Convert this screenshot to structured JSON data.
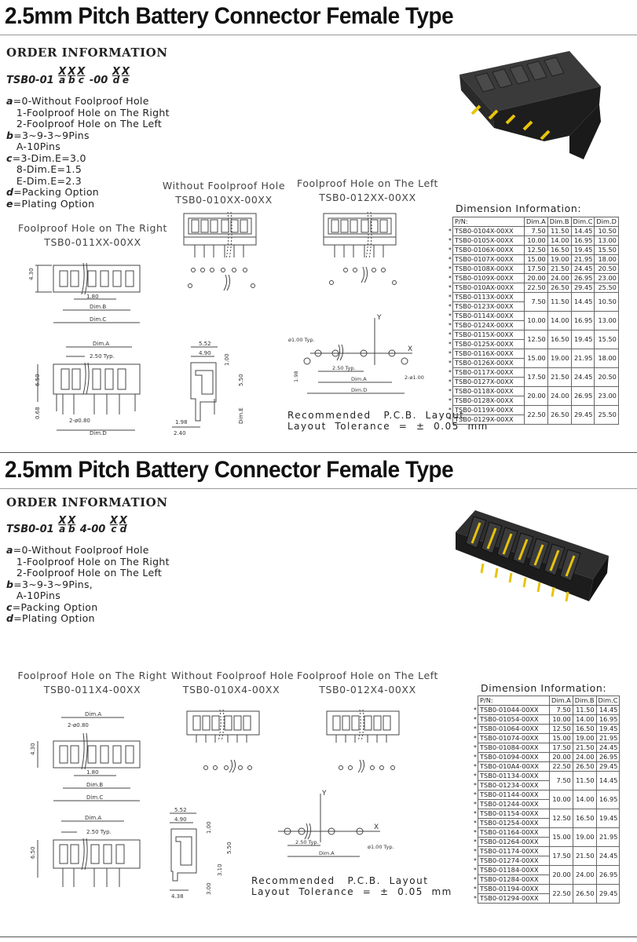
{
  "section1": {
    "title": "2.5mm Pitch Battery Connector Female Type",
    "order_heading": "ORDER INFORMATION",
    "part_prefix": "TSB0-01",
    "part_mid": "-00",
    "code_letters": [
      "a",
      "b",
      "c",
      "d",
      "e"
    ],
    "options": [
      {
        "key": "a",
        "text": "=0-Without Foolproof Hole"
      },
      {
        "key": "",
        "text": "   1-Foolproof Hole on The Right"
      },
      {
        "key": "",
        "text": "   2-Foolproof Hole on The Left"
      },
      {
        "key": "b",
        "text": "=3~9-3~9Pins"
      },
      {
        "key": "",
        "text": "   A-10Pins"
      },
      {
        "key": "c",
        "text": "=3-Dim.E=3.0"
      },
      {
        "key": "",
        "text": "   8-Dim.E=1.5"
      },
      {
        "key": "",
        "text": "   E-Dim.E=2.3"
      },
      {
        "key": "d",
        "text": "=Packing Option"
      },
      {
        "key": "e",
        "text": "=Plating Option"
      }
    ],
    "captions": {
      "without": {
        "line1": "Without Foolproof Hole",
        "line2": "TSB0-010XX-00XX"
      },
      "left": {
        "line1": "Foolproof Hole on The Left",
        "line2": "TSB0-012XX-00XX"
      },
      "right": {
        "line1": "Foolproof Hole on The Right",
        "line2": "TSB0-011XX-00XX"
      }
    },
    "pcb": {
      "line1": "Recommended   P.C.B.  Layout",
      "line2": "Layout  Tolerance  =  ±  0.05  mm"
    },
    "dim_heading": "Dimension  Information:",
    "table": {
      "headers": [
        "P/N:",
        "Dim.A",
        "Dim.B",
        "Dim.C",
        "Dim.D"
      ],
      "rows": [
        {
          "pn": [
            "TSB0-0104X-00XX"
          ],
          "vals": [
            "7.50",
            "11.50",
            "14.45",
            "10.50"
          ]
        },
        {
          "pn": [
            "TSB0-0105X-00XX"
          ],
          "vals": [
            "10.00",
            "14.00",
            "16.95",
            "13.00"
          ]
        },
        {
          "pn": [
            "TSB0-0106X-00XX"
          ],
          "vals": [
            "12.50",
            "16.50",
            "19.45",
            "15.50"
          ]
        },
        {
          "pn": [
            "TSB0-0107X-00XX"
          ],
          "vals": [
            "15.00",
            "19.00",
            "21.95",
            "18.00"
          ]
        },
        {
          "pn": [
            "TSB0-0108X-00XX"
          ],
          "vals": [
            "17.50",
            "21.50",
            "24.45",
            "20.50"
          ]
        },
        {
          "pn": [
            "TSB0-0109X-00XX"
          ],
          "vals": [
            "20.00",
            "24.00",
            "26.95",
            "23.00"
          ]
        },
        {
          "pn": [
            "TSB0-010AX-00XX"
          ],
          "vals": [
            "22.50",
            "26.50",
            "29.45",
            "25.50"
          ]
        },
        {
          "pn": [
            "TSB0-0113X-00XX",
            "TSB0-0123X-00XX"
          ],
          "vals": [
            "7.50",
            "11.50",
            "14.45",
            "10.50"
          ]
        },
        {
          "pn": [
            "TSB0-0114X-00XX",
            "TSB0-0124X-00XX"
          ],
          "vals": [
            "10.00",
            "14.00",
            "16.95",
            "13.00"
          ]
        },
        {
          "pn": [
            "TSB0-0115X-00XX",
            "TSB0-0125X-00XX"
          ],
          "vals": [
            "12.50",
            "16.50",
            "19.45",
            "15.50"
          ]
        },
        {
          "pn": [
            "TSB0-0116X-00XX",
            "TSB0-0126X-00XX"
          ],
          "vals": [
            "15.00",
            "19.00",
            "21.95",
            "18.00"
          ]
        },
        {
          "pn": [
            "TSB0-0117X-00XX",
            "TSB0-0127X-00XX"
          ],
          "vals": [
            "17.50",
            "21.50",
            "24.45",
            "20.50"
          ]
        },
        {
          "pn": [
            "TSB0-0118X-00XX",
            "TSB0-0128X-00XX"
          ],
          "vals": [
            "20.00",
            "24.00",
            "26.95",
            "23.00"
          ]
        },
        {
          "pn": [
            "TSB0-0119X-00XX",
            "TSB0-0129X-00XX"
          ],
          "vals": [
            "22.50",
            "26.50",
            "29.45",
            "25.50"
          ]
        }
      ]
    },
    "drawing_labels": {
      "h430": "4.30",
      "w180": "1.80",
      "dimB": "Dim.B",
      "dimC": "Dim.C",
      "dimA": "Dim.A",
      "typ250": "2.50 Typ.",
      "h650": "6.50",
      "h068": "0.68",
      "hole080": "2-ø0.80",
      "dimD": "Dim.D",
      "w552": "5.52",
      "w490": "4.90",
      "h100": "1.00",
      "h550": "5.50",
      "w198": "1.98",
      "w240": "2.40",
      "dimE": "Dim.E",
      "p100typ": "ø1.00 Typ.",
      "p2100": "2-ø1.00",
      "h198": "1.98",
      "axisX": "X",
      "axisY": "Y"
    }
  },
  "section2": {
    "title": "2.5mm Pitch Battery Connector Female Type",
    "order_heading": "ORDER INFORMATION",
    "part_prefix": "TSB0-01",
    "part_mid": "4-00",
    "code_letters": [
      "a",
      "b",
      "c",
      "d"
    ],
    "options": [
      {
        "key": "a",
        "text": "=0-Without Foolproof Hole"
      },
      {
        "key": "",
        "text": "   1-Foolproof Hole on The Right"
      },
      {
        "key": "",
        "text": "   2-Foolproof Hole on The Left"
      },
      {
        "key": "b",
        "text": "=3~9-3~9Pins,"
      },
      {
        "key": "",
        "text": "   A-10Pins"
      },
      {
        "key": "c",
        "text": "=Packing Option"
      },
      {
        "key": "d",
        "text": "=Plating Option"
      }
    ],
    "captions": {
      "right": {
        "line1": "Foolproof Hole on The Right",
        "line2": "TSB0-011X4-00XX"
      },
      "without": {
        "line1": "Without Foolproof Hole",
        "line2": "TSB0-010X4-00XX"
      },
      "left": {
        "line1": "Foolproof Hole on The Left",
        "line2": "TSB0-012X4-00XX"
      }
    },
    "pcb": {
      "line1": "Recommended   P.C.B.  Layout",
      "line2": "Layout  Tolerance  =  ±  0.05  mm"
    },
    "dim_heading": "Dimension  Information:",
    "table": {
      "headers": [
        "P/N:",
        "Dim.A",
        "Dim.B",
        "Dim.C"
      ],
      "rows": [
        {
          "pn": [
            "TSB0-01044-00XX"
          ],
          "vals": [
            "7.50",
            "11.50",
            "14.45"
          ]
        },
        {
          "pn": [
            "TSB0-01054-00XX"
          ],
          "vals": [
            "10.00",
            "14.00",
            "16.95"
          ]
        },
        {
          "pn": [
            "TSB0-01064-00XX"
          ],
          "vals": [
            "12.50",
            "16.50",
            "19.45"
          ]
        },
        {
          "pn": [
            "TSB0-01074-00XX"
          ],
          "vals": [
            "15.00",
            "19.00",
            "21.95"
          ]
        },
        {
          "pn": [
            "TSB0-01084-00XX"
          ],
          "vals": [
            "17.50",
            "21.50",
            "24.45"
          ]
        },
        {
          "pn": [
            "TSB0-01094-00XX"
          ],
          "vals": [
            "20.00",
            "24.00",
            "26.95"
          ]
        },
        {
          "pn": [
            "TSB0-010A4-00XX"
          ],
          "vals": [
            "22.50",
            "26.50",
            "29.45"
          ]
        },
        {
          "pn": [
            "TSB0-01134-00XX",
            "TSB0-01234-00XX"
          ],
          "vals": [
            "7.50",
            "11.50",
            "14.45"
          ]
        },
        {
          "pn": [
            "TSB0-01144-00XX",
            "TSB0-01244-00XX"
          ],
          "vals": [
            "10.00",
            "14.00",
            "16.95"
          ]
        },
        {
          "pn": [
            "TSB0-01154-00XX",
            "TSB0-01254-00XX"
          ],
          "vals": [
            "12.50",
            "16.50",
            "19.45"
          ]
        },
        {
          "pn": [
            "TSB0-01164-00XX",
            "TSB0-01264-00XX"
          ],
          "vals": [
            "15.00",
            "19.00",
            "21.95"
          ]
        },
        {
          "pn": [
            "TSB0-01174-00XX",
            "TSB0-01274-00XX"
          ],
          "vals": [
            "17.50",
            "21.50",
            "24.45"
          ]
        },
        {
          "pn": [
            "TSB0-01184-00XX",
            "TSB0-01284-00XX"
          ],
          "vals": [
            "20.00",
            "24.00",
            "26.95"
          ]
        },
        {
          "pn": [
            "TSB0-01194-00XX",
            "TSB0-01294-00XX"
          ],
          "vals": [
            "22.50",
            "26.50",
            "29.45"
          ]
        }
      ]
    },
    "drawing_labels": {
      "dimA": "Dim.A",
      "hole080": "2-ø0.80",
      "h430": "4.30",
      "w180": "1.80",
      "dimB": "Dim.B",
      "dimC": "Dim.C",
      "typ250": "2.50 Typ.",
      "h650": "6.50",
      "w552": "5.52",
      "w490": "4.90",
      "h100": "1.00",
      "h550": "5.50",
      "h310": "3.10",
      "h300": "3.00",
      "w438": "4.38",
      "p100typ": "ø1.00 Typ.",
      "axisX": "X",
      "axisY": "Y"
    }
  }
}
